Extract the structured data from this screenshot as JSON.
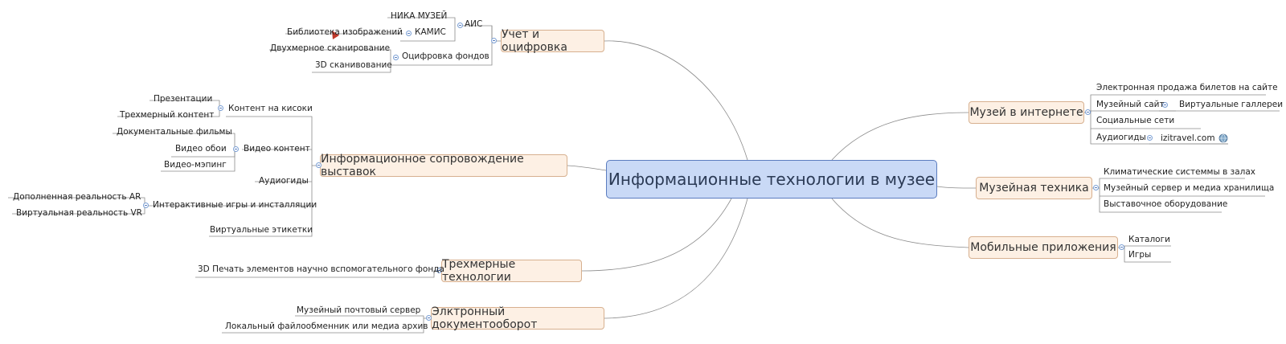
{
  "central": "Информационные технологии в музее",
  "branches": {
    "accounting": {
      "title": "Учет и оцифровка",
      "ais": "АИС",
      "nika": "НИКА МУЗЕЙ",
      "kamis": "КАМИС",
      "image_library": "Библиотека изображений",
      "digitization": "Оцифровка фондов",
      "scan2d": "Двухмерное сканирование",
      "scan3d": "3D сканивование"
    },
    "exhibitions": {
      "title": "Информационное сопровождение выставок",
      "kiosk": "Контент на кисоки",
      "presentations": "Презентации",
      "three_d_content": "Трехмерный контент",
      "video_content": "Видео контент",
      "documentaries": "Документальные фильмы",
      "video_wallpaper": "Видео обои",
      "video_mapping": "Видео-мэпинг",
      "audio_guides": "Аудиогиды",
      "interactive": "Интерактивные игры и инсталляции",
      "ar": "Дополненная реальность AR",
      "vr": "Виртуальная реальность VR",
      "virtual_labels": "Виртуальные этикетки"
    },
    "three_d_tech": {
      "title": "Трехмерные технологии",
      "print": "3D Печать элементов научно вспомогательного фонда"
    },
    "edoc": {
      "title": "Элктронный документооборот",
      "mail_server": "Музейный почтовый сервер",
      "file_share": "Локальный файлообменник или медиа архив"
    },
    "internet": {
      "title": "Музей в интернете",
      "tickets": "Электронная продажа билетов на сайте",
      "website": "Музейный сайт",
      "virtual_galleries": "Виртуальные галлереи",
      "social": "Социальные сети",
      "audio_guides": "Аудиогиды",
      "izi": "izitravel.com"
    },
    "equipment": {
      "title": "Музейная техника",
      "climate": "Климатические системмы в залах",
      "server": "Музейный сервер и медиа хранилища",
      "exhibit_equipment": "Выставочное оборудование"
    },
    "mobile": {
      "title": "Мобильные приложения",
      "catalogs": "Каталоги",
      "games": "Игры"
    }
  },
  "colors": {
    "root_fill": "#c9d9f6",
    "root_border": "#5b7cbf",
    "topic_fill": "#fdf0e4",
    "topic_border": "#d7b08f",
    "line": "#8a8a8a",
    "marker": "#c0392b"
  },
  "icons": {
    "marker": "red-flag-icon",
    "link": "globe-icon",
    "collapse": "collapse-toggle-icon"
  }
}
